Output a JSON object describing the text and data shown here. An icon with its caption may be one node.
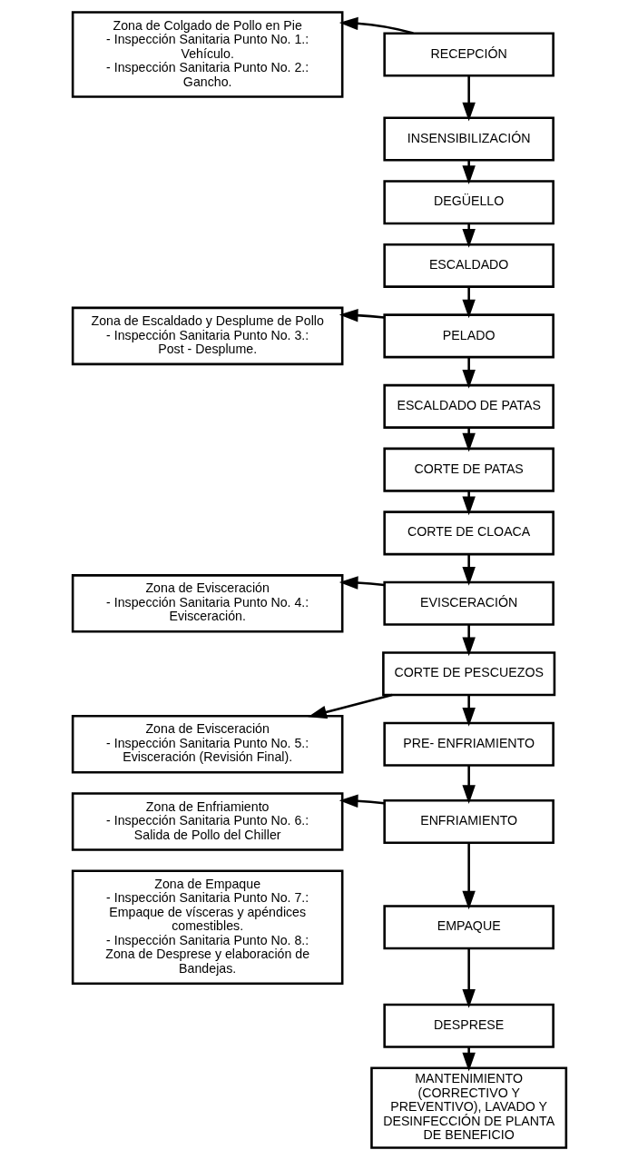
{
  "diagram": {
    "nodes": [
      {
        "text": [
          "RECEPCIÓN"
        ]
      },
      {
        "text": [
          "INSENSIBILIZACIÓN"
        ]
      },
      {
        "text": [
          "DEGÜELLO"
        ]
      },
      {
        "text": [
          "ESCALDADO"
        ]
      },
      {
        "text": [
          "PELADO"
        ]
      },
      {
        "text": [
          "ESCALDADO DE PATAS"
        ]
      },
      {
        "text": [
          "CORTE DE PATAS"
        ]
      },
      {
        "text": [
          "CORTE DE CLOACA"
        ]
      },
      {
        "text": [
          "EVISCERACIÓN"
        ]
      },
      {
        "text": [
          "CORTE DE PESCUEZOS"
        ]
      },
      {
        "text": [
          "PRE- ENFRIAMIENTO"
        ]
      },
      {
        "text": [
          "ENFRIAMIENTO"
        ]
      },
      {
        "text": [
          "EMPAQUE"
        ]
      },
      {
        "text": [
          "DESPRESE"
        ]
      },
      {
        "text": [
          "MANTENIMIENTO (CORRECTIVO Y PREVENTIVO), LAVADO Y DESINFECCIÓN DE PLANTA DE BENEFICIO"
        ]
      },
      {
        "text": [
          "Zona de Colgado de Pollo en Pie",
          "- Inspección Sanitaria Punto No. 1.: Vehículo.",
          "- Inspección Sanitaria Punto No. 2.: Gancho."
        ]
      },
      {
        "text": [
          "Zona de Escaldado y Desplume de Pollo",
          "- Inspección Sanitaria Punto No. 3.: Post - Desplume."
        ]
      },
      {
        "text": [
          "Zona de Evisceración",
          "- Inspección Sanitaria Punto No. 4.: Evisceración."
        ]
      },
      {
        "text": [
          "Zona de Evisceración",
          "- Inspección Sanitaria Punto No. 5.: Evisceración (Revisión Final)."
        ]
      },
      {
        "text": [
          "Zona de Enfriamiento",
          "- Inspección Sanitaria Punto No. 6.: Salida de Pollo del Chiller"
        ]
      },
      {
        "text": [
          "Zona de Empaque",
          "- Inspección Sanitaria Punto No. 7.: Empaque de vísceras y apéndices comestibles.",
          "- Inspección Sanitaria Punto No. 8.: Zona de Desprese y elaboración de Bandejas."
        ]
      }
    ],
    "edges": [
      {
        "from": 0,
        "to": 1,
        "arrow": "to"
      },
      {
        "from": 1,
        "to": 2,
        "arrow": "to"
      },
      {
        "from": 2,
        "to": 3,
        "arrow": "to"
      },
      {
        "from": 3,
        "to": 4,
        "arrow": "to"
      },
      {
        "from": 4,
        "to": 5,
        "arrow": "to"
      },
      {
        "from": 5,
        "to": 6,
        "arrow": "to"
      },
      {
        "from": 6,
        "to": 7,
        "arrow": "to"
      },
      {
        "from": 7,
        "to": 8,
        "arrow": "to"
      },
      {
        "from": 8,
        "to": 9,
        "arrow": "to"
      },
      {
        "from": 9,
        "to": 10,
        "arrow": "to"
      },
      {
        "from": 10,
        "to": 11,
        "arrow": "to"
      },
      {
        "from": 11,
        "to": 12,
        "arrow": "to"
      },
      {
        "from": 12,
        "to": 13,
        "arrow": "to"
      },
      {
        "from": 13,
        "to": 14,
        "arrow": "to"
      },
      {
        "from": 0,
        "to": 15,
        "arrow": "to"
      },
      {
        "from": 4,
        "to": 16,
        "arrow": "to"
      },
      {
        "from": 8,
        "to": 17,
        "arrow": "to"
      },
      {
        "from": 9,
        "to": 18,
        "arrow": "to"
      },
      {
        "from": 11,
        "to": 19,
        "arrow": "to"
      }
    ]
  }
}
